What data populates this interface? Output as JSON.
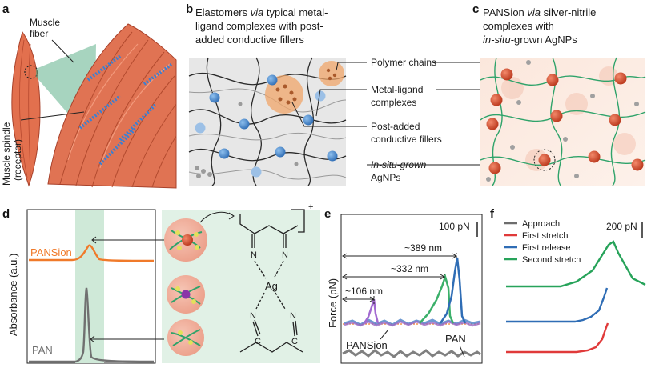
{
  "panel_labels": [
    "a",
    "b",
    "c",
    "d",
    "e",
    "f"
  ],
  "panel_a": {
    "muscle_fiber": [
      "Muscle",
      "fiber"
    ],
    "muscle_spindle": [
      "Muscle spindle",
      "(receptor)"
    ]
  },
  "panel_b": {
    "title": {
      "line1_pre": "Elastomers ",
      "line1_em": "via",
      "line1_post": " typical metal-",
      "line2": "ligand complexes with post-",
      "line3": "added conductive fillers"
    },
    "callouts": {
      "polymer_chains": "Polymer chains",
      "metal_ligand": [
        "Metal-ligand",
        "complexes"
      ],
      "post_added": [
        "Post-added",
        "conductive fillers"
      ],
      "in_situ": [
        "In-situ-grown",
        "AgNPs"
      ]
    }
  },
  "panel_c": {
    "title": {
      "line1_pre": "PANSion ",
      "line1_em": "via",
      "line1_post": " silver-nitrile",
      "line2": "complexes with",
      "line3_em": "in-situ",
      "line3_post": "-grown AgNPs"
    }
  },
  "panel_d": {
    "ylabel": "Absorbance (a.u.)",
    "series": [
      "PANSion",
      "PAN"
    ],
    "complex": {
      "metal": "Ag",
      "charge": "+",
      "nitrile_n": "N",
      "nitrile_c": "C"
    }
  },
  "panel_e": {
    "scale_bar": "100 pN",
    "ylabel": "Force (pN)",
    "distances": [
      "~389 nm",
      "~332 nm",
      "~106 nm"
    ],
    "curve_labels": [
      "PANSion",
      "PAN"
    ]
  },
  "panel_f": {
    "scale_bar": "200 pN",
    "legend": [
      {
        "name": "Approach",
        "color": "#6d6d6d"
      },
      {
        "name": "First stretch",
        "color": "#e03a3a"
      },
      {
        "name": "First release",
        "color": "#2f6db5"
      },
      {
        "name": "Second stretch",
        "color": "#27a35a"
      }
    ]
  },
  "colors": {
    "muscle": "#e2704e",
    "spindle": "#3d7fd1",
    "node_blue": "#3f86d0",
    "filler_orange": "#f0a66a",
    "agnp": "#d34a2a",
    "chain_green": "#2fa36a",
    "pansion_line": "#f07a2a",
    "pan_line": "#707070",
    "band_green": "#cfe9d8"
  }
}
